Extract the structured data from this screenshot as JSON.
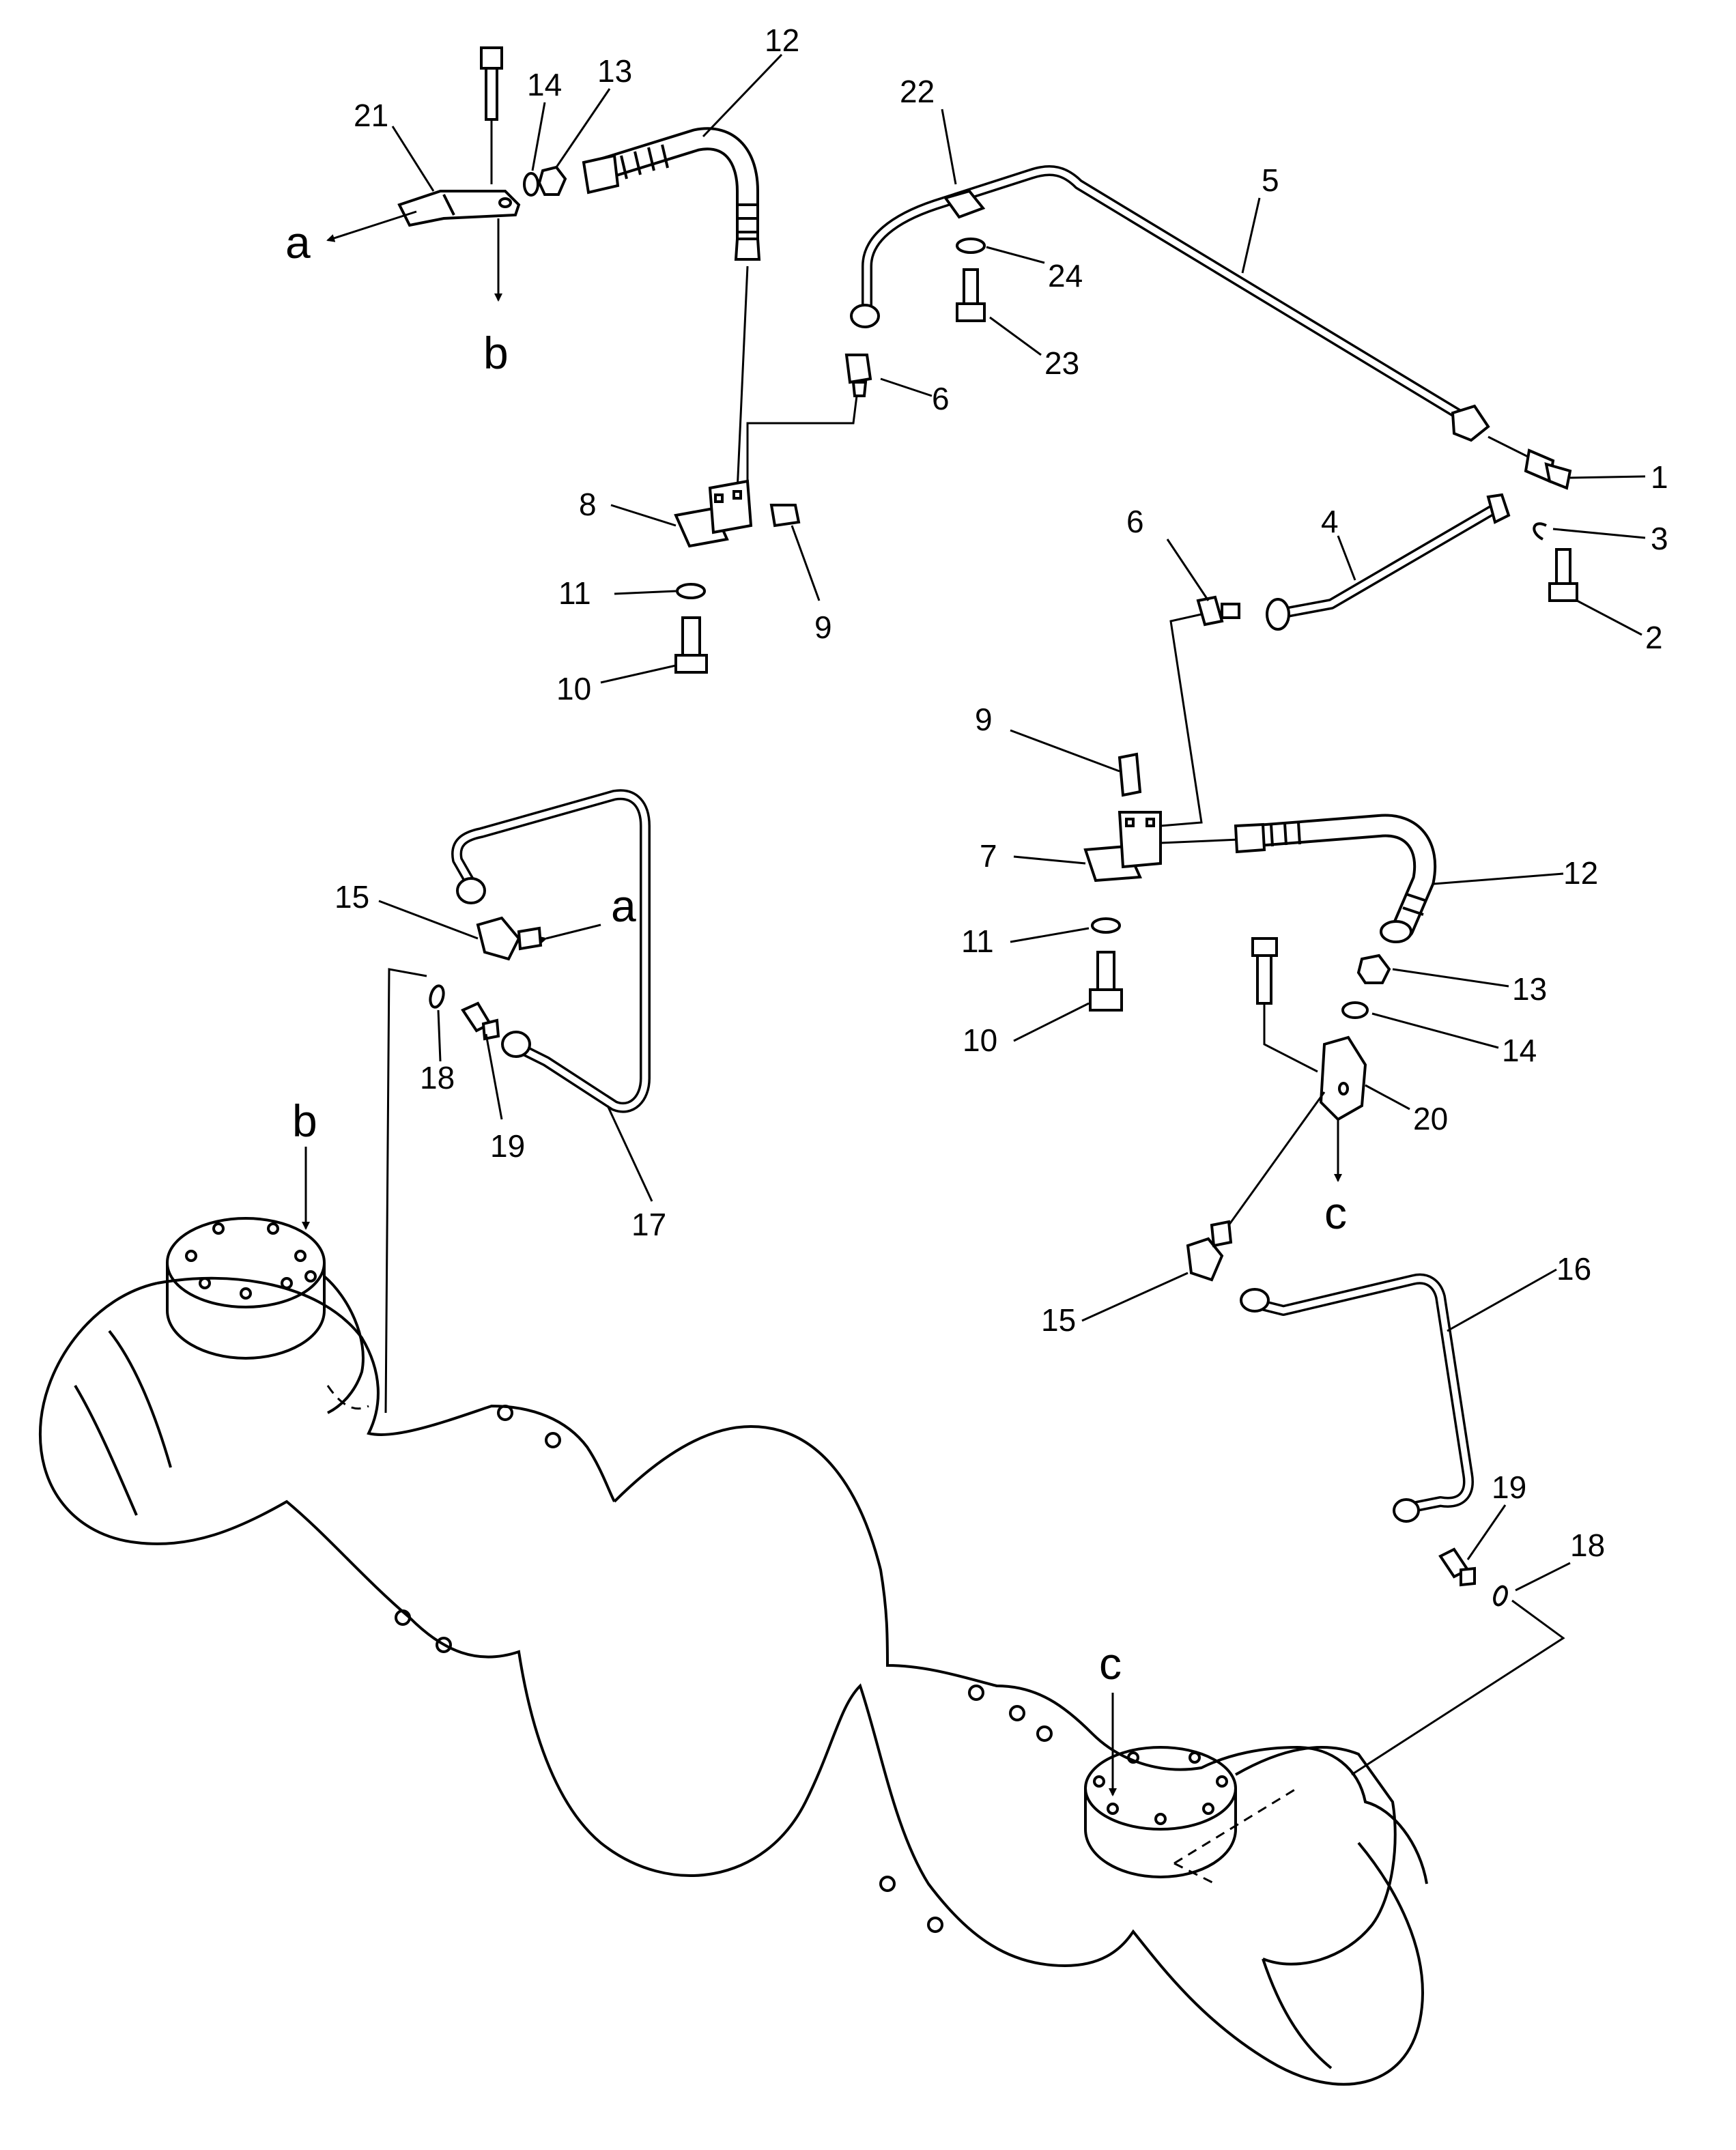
{
  "callouts": {
    "n1": "1",
    "n2": "2",
    "n3": "3",
    "n4": "4",
    "n5": "5",
    "n6a": "6",
    "n6b": "6",
    "n7": "7",
    "n8": "8",
    "n9a": "9",
    "n9b": "9",
    "n10a": "10",
    "n10b": "10",
    "n11a": "11",
    "n11b": "11",
    "n12a": "12",
    "n12b": "12",
    "n13a": "13",
    "n13b": "13",
    "n14a": "14",
    "n14b": "14",
    "n15a": "15",
    "n15b": "15",
    "n16": "16",
    "n17": "17",
    "n18a": "18",
    "n18b": "18",
    "n19a": "19",
    "n19b": "19",
    "n20": "20",
    "n21": "21",
    "n22": "22",
    "n23": "23",
    "n24": "24"
  },
  "refs": {
    "a1": "a",
    "a2": "a",
    "b1": "b",
    "b2": "b",
    "c1": "c",
    "c2": "c"
  }
}
